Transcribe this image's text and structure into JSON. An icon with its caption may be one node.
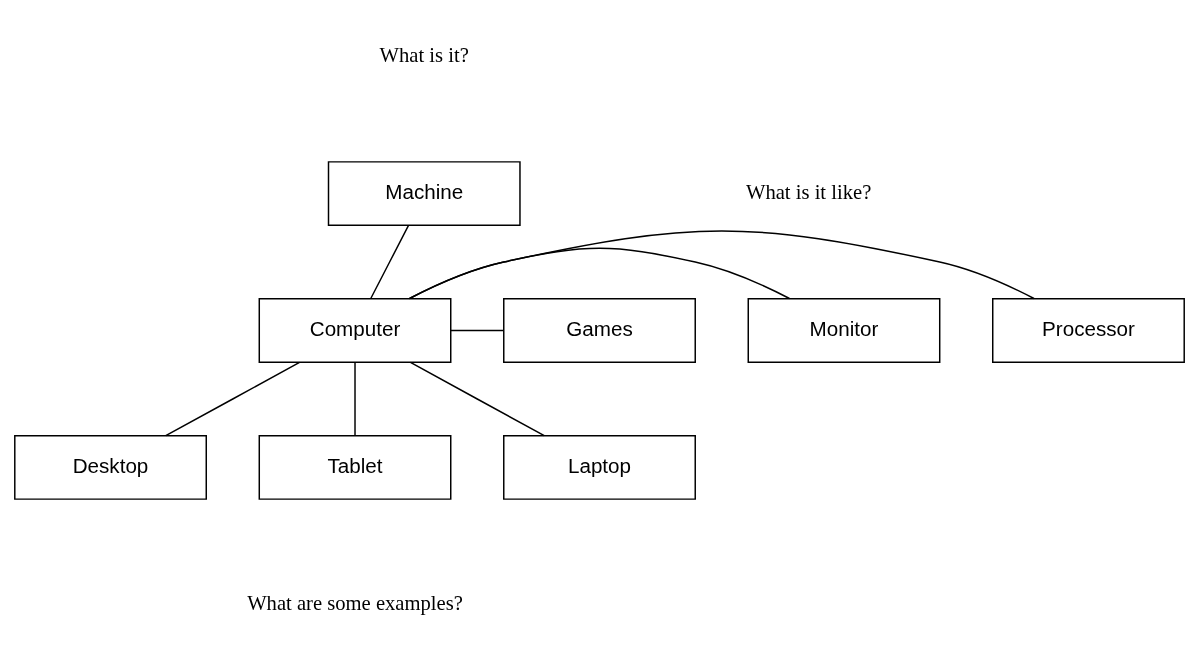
{
  "diagram": {
    "nodes": [
      {
        "text": [
          "Machine"
        ]
      },
      {
        "text": [
          "Computer"
        ]
      },
      {
        "text": [
          "Processor"
        ]
      },
      {
        "text": [
          "Monitor"
        ]
      },
      {
        "text": [
          "Games"
        ]
      },
      {
        "text": [
          "Desktop"
        ]
      },
      {
        "text": [
          "Tablet"
        ]
      },
      {
        "text": [
          "Laptop"
        ]
      }
    ],
    "edges": [
      {
        "from": 0,
        "to": 1,
        "arrow": "none"
      },
      {
        "from": 1,
        "to": 2,
        "arrow": "none"
      },
      {
        "from": 1,
        "to": 3,
        "arrow": "none"
      },
      {
        "from": 1,
        "to": 4,
        "arrow": "none"
      },
      {
        "from": 1,
        "to": 5,
        "arrow": "none"
      },
      {
        "from": 1,
        "to": 6,
        "arrow": "none"
      },
      {
        "from": 1,
        "to": 7,
        "arrow": "none"
      }
    ],
    "labels": [
      "What is it?",
      "What is it like?",
      "What are some examples?"
    ]
  }
}
